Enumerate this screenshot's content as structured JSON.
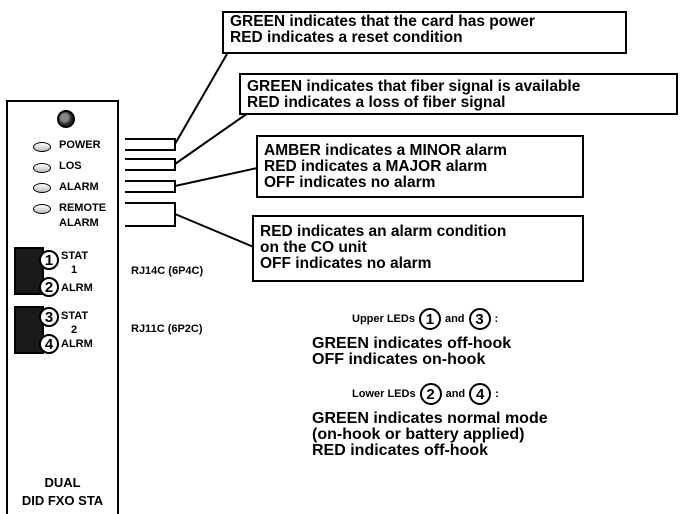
{
  "card": {
    "leds": [
      {
        "label": "POWER"
      },
      {
        "label": "LOS"
      },
      {
        "label": "ALARM"
      },
      {
        "label": "REMOTE",
        "label2": "ALARM"
      }
    ],
    "jacks": [
      {
        "top_num": "1",
        "top_label": "STAT",
        "mid": "1",
        "bot_num": "2",
        "bot_label": "ALRM",
        "connector": "RJ14C (6P4C)"
      },
      {
        "top_num": "3",
        "top_label": "STAT",
        "mid": "2",
        "bot_num": "4",
        "bot_label": "ALRM",
        "connector": "RJ11C (6P2C)"
      }
    ],
    "name_line1": "DUAL",
    "name_line2": "DID FXO STA"
  },
  "callouts": {
    "power": [
      "GREEN indicates that the card has power",
      "RED indicates a reset condition"
    ],
    "los": [
      "GREEN indicates that fiber signal is available",
      "RED indicates a loss of fiber signal"
    ],
    "alarm": [
      "AMBER indicates a MINOR alarm",
      "RED indicates a MAJOR alarm",
      "OFF indicates no alarm"
    ],
    "remote": [
      "RED indicates an alarm condition",
      "on the CO unit",
      "OFF indicates no alarm"
    ]
  },
  "legend": {
    "upper": {
      "prefix": "Upper LEDs",
      "n1": "1",
      "and": "and",
      "n2": "3",
      "suffix": ":",
      "lines": [
        "GREEN indicates off-hook",
        "OFF indicates on-hook"
      ]
    },
    "lower": {
      "prefix": "Lower LEDs",
      "n1": "2",
      "and": "and",
      "n2": "4",
      "suffix": ":",
      "lines": [
        "GREEN indicates normal mode",
        "(on-hook or battery applied)",
        "RED indicates off-hook"
      ]
    }
  }
}
